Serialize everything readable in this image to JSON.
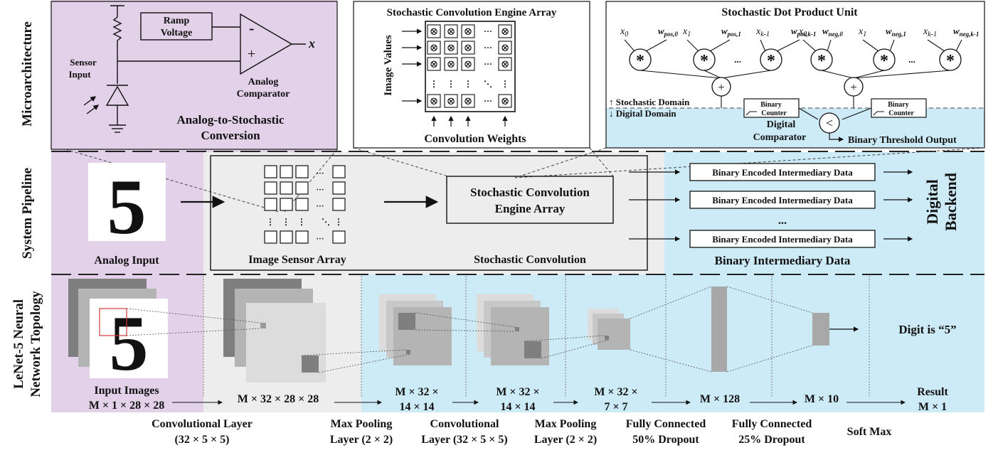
{
  "row_labels": {
    "microarchitecture": "Microarchitecture",
    "system_pipeline": "System Pipeline",
    "lenet_line1": "LeNet-5 Neural",
    "lenet_line2": "Network Topology"
  },
  "a2s": {
    "ramp_line1": "Ramp",
    "ramp_line2": "Voltage",
    "minus": "-",
    "plus": "+",
    "out": "x",
    "sensor_line1": "Sensor",
    "sensor_line2": "Input",
    "comp_line1": "Analog",
    "comp_line2": "Comparator",
    "title_line1": "Analog-to-Stochastic",
    "title_line2": "Conversion"
  },
  "sce": {
    "title": "Stochastic Convolution Engine Array",
    "image_values": "Image Values",
    "weights": "Convolution Weights",
    "mult_symbol": "⊗",
    "hdots": "···"
  },
  "sdp": {
    "title": "Stochastic Dot Product Unit",
    "pos_inputs": [
      {
        "x": "x",
        "xs": "0",
        "w": "w",
        "ws": "pos,0"
      },
      {
        "x": "x",
        "xs": "1",
        "w": "w",
        "ws": "pos,1"
      },
      {
        "x": "x",
        "xs": "k-1",
        "w": "w",
        "ws": "pos,k-1"
      }
    ],
    "neg_inputs": [
      {
        "x": "x",
        "xs": "0",
        "w": "w",
        "ws": "neg,0"
      },
      {
        "x": "x",
        "xs": "1",
        "w": "w",
        "ws": "neg,1"
      },
      {
        "x": "x",
        "xs": "k-1",
        "w": "w",
        "ws": "neg,k-1"
      }
    ],
    "ellipsis": "...",
    "star": "*",
    "plus": "+",
    "less": "<",
    "stoch_domain": "↑ Stochastic Domain",
    "digital_domain": "↓ Digital Domain",
    "counter_line1": "Binary",
    "counter_line2": "Counter",
    "dcomp_line1": "Digital",
    "dcomp_line2": "Comparator",
    "threshold": "Binary Threshold Output"
  },
  "pipeline": {
    "analog_input": "Analog Input",
    "sensor_array": "Image Sensor Array",
    "engine_line1": "Stochastic Convolution",
    "engine_line2": "Engine Array",
    "stochastic_conv": "Stochastic Convolution",
    "binary_data": [
      "Binary Encoded Intermediary Data",
      "Binary Encoded Intermediary Data",
      "Binary Encoded Intermediary Data"
    ],
    "binary_dots": "...",
    "binary_title": "Binary Intermediary Data",
    "backend_line1": "Digital",
    "backend_line2": "Backend",
    "digit": "5"
  },
  "lenet": {
    "input_title": "Input Images",
    "input_dims": "M × 1 × 28 × 28",
    "dims": [
      "M × 32 × 28 × 28",
      "M × 32 ×",
      "14 × 14",
      "M × 32 ×",
      "14 × 14",
      "M × 32 ×",
      "7 × 7",
      "M × 128",
      "M × 10"
    ],
    "result_line1": "Result",
    "result_line2": "M × 1",
    "digit_result": "Digit is “5”",
    "layers": [
      {
        "line1": "Convolutional Layer",
        "line2": "(32 × 5 × 5)"
      },
      {
        "line1": "Max Pooling",
        "line2": "Layer (2 × 2)"
      },
      {
        "line1": "Convolutional",
        "line2": "Layer (32 × 5 × 5)"
      },
      {
        "line1": "Max Pooling",
        "line2": "Layer (2 × 2)"
      },
      {
        "line1": "Fully Connected",
        "line2": "50% Dropout"
      },
      {
        "line1": "Fully Connected",
        "line2": "25% Dropout"
      },
      {
        "line1": "Soft Max",
        "line2": ""
      }
    ]
  },
  "colors": {
    "purple": "#e2d1e8",
    "blue": "#cdeaf7",
    "grey": "#ededed",
    "dark_feature": "#7f7f7f",
    "mid_feature": "#b4b4b4",
    "light_feature": "#dcdcdc",
    "input_red": "#d23a3a"
  }
}
